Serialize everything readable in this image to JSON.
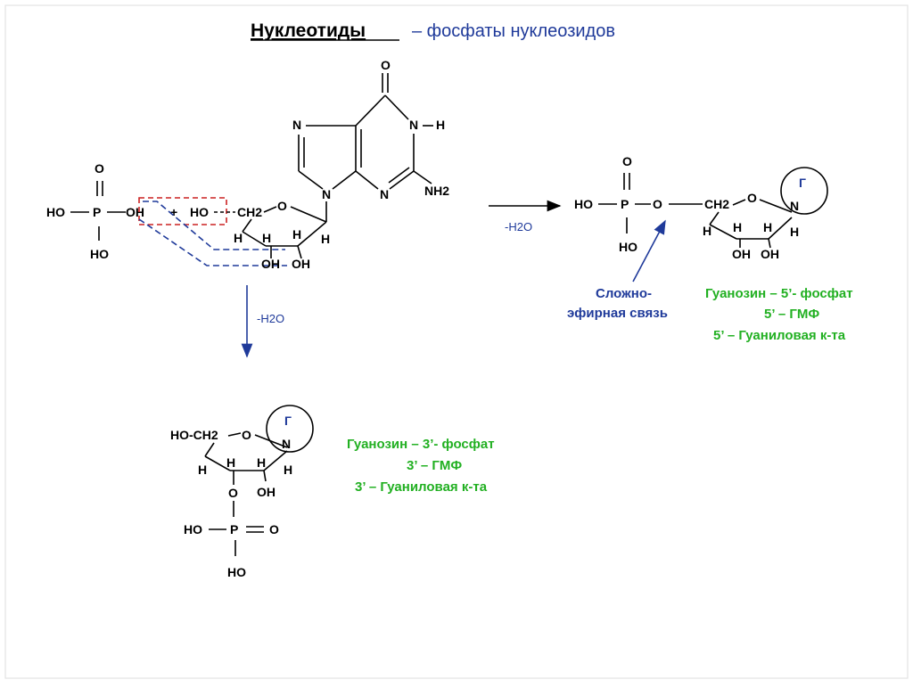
{
  "title": {
    "main": "Нуклеотиды",
    "subtitle": "– фосфаты нуклеозидов"
  },
  "atoms": {
    "O": "O",
    "P": "P",
    "HO": "HO",
    "OH": "OH",
    "H": "H",
    "N": "N",
    "NH2": "NH2",
    "CH2": "CH2",
    "plus": "+",
    "HO_CH2": "HO-CH2",
    "guanine": "Г"
  },
  "arrow_labels": {
    "right": "-H2O",
    "down": "-H2O"
  },
  "bond_label": {
    "line1": "Сложно-",
    "line2": "эфирная связь"
  },
  "product_5": {
    "line1": "Гуанозин – 5’- фосфат",
    "line2": "5’ – ГМФ",
    "line3": "5’ – Гуаниловая к-та"
  },
  "product_3": {
    "line1": "Гуанозин – 3’- фосфат",
    "line2": "3’ – ГМФ",
    "line3": "3’ – Гуаниловая к-та"
  },
  "colors": {
    "green": "#22b022",
    "blue": "#1f3a9a",
    "red_dashed": "#cc2222",
    "frame": "#dddddd"
  }
}
